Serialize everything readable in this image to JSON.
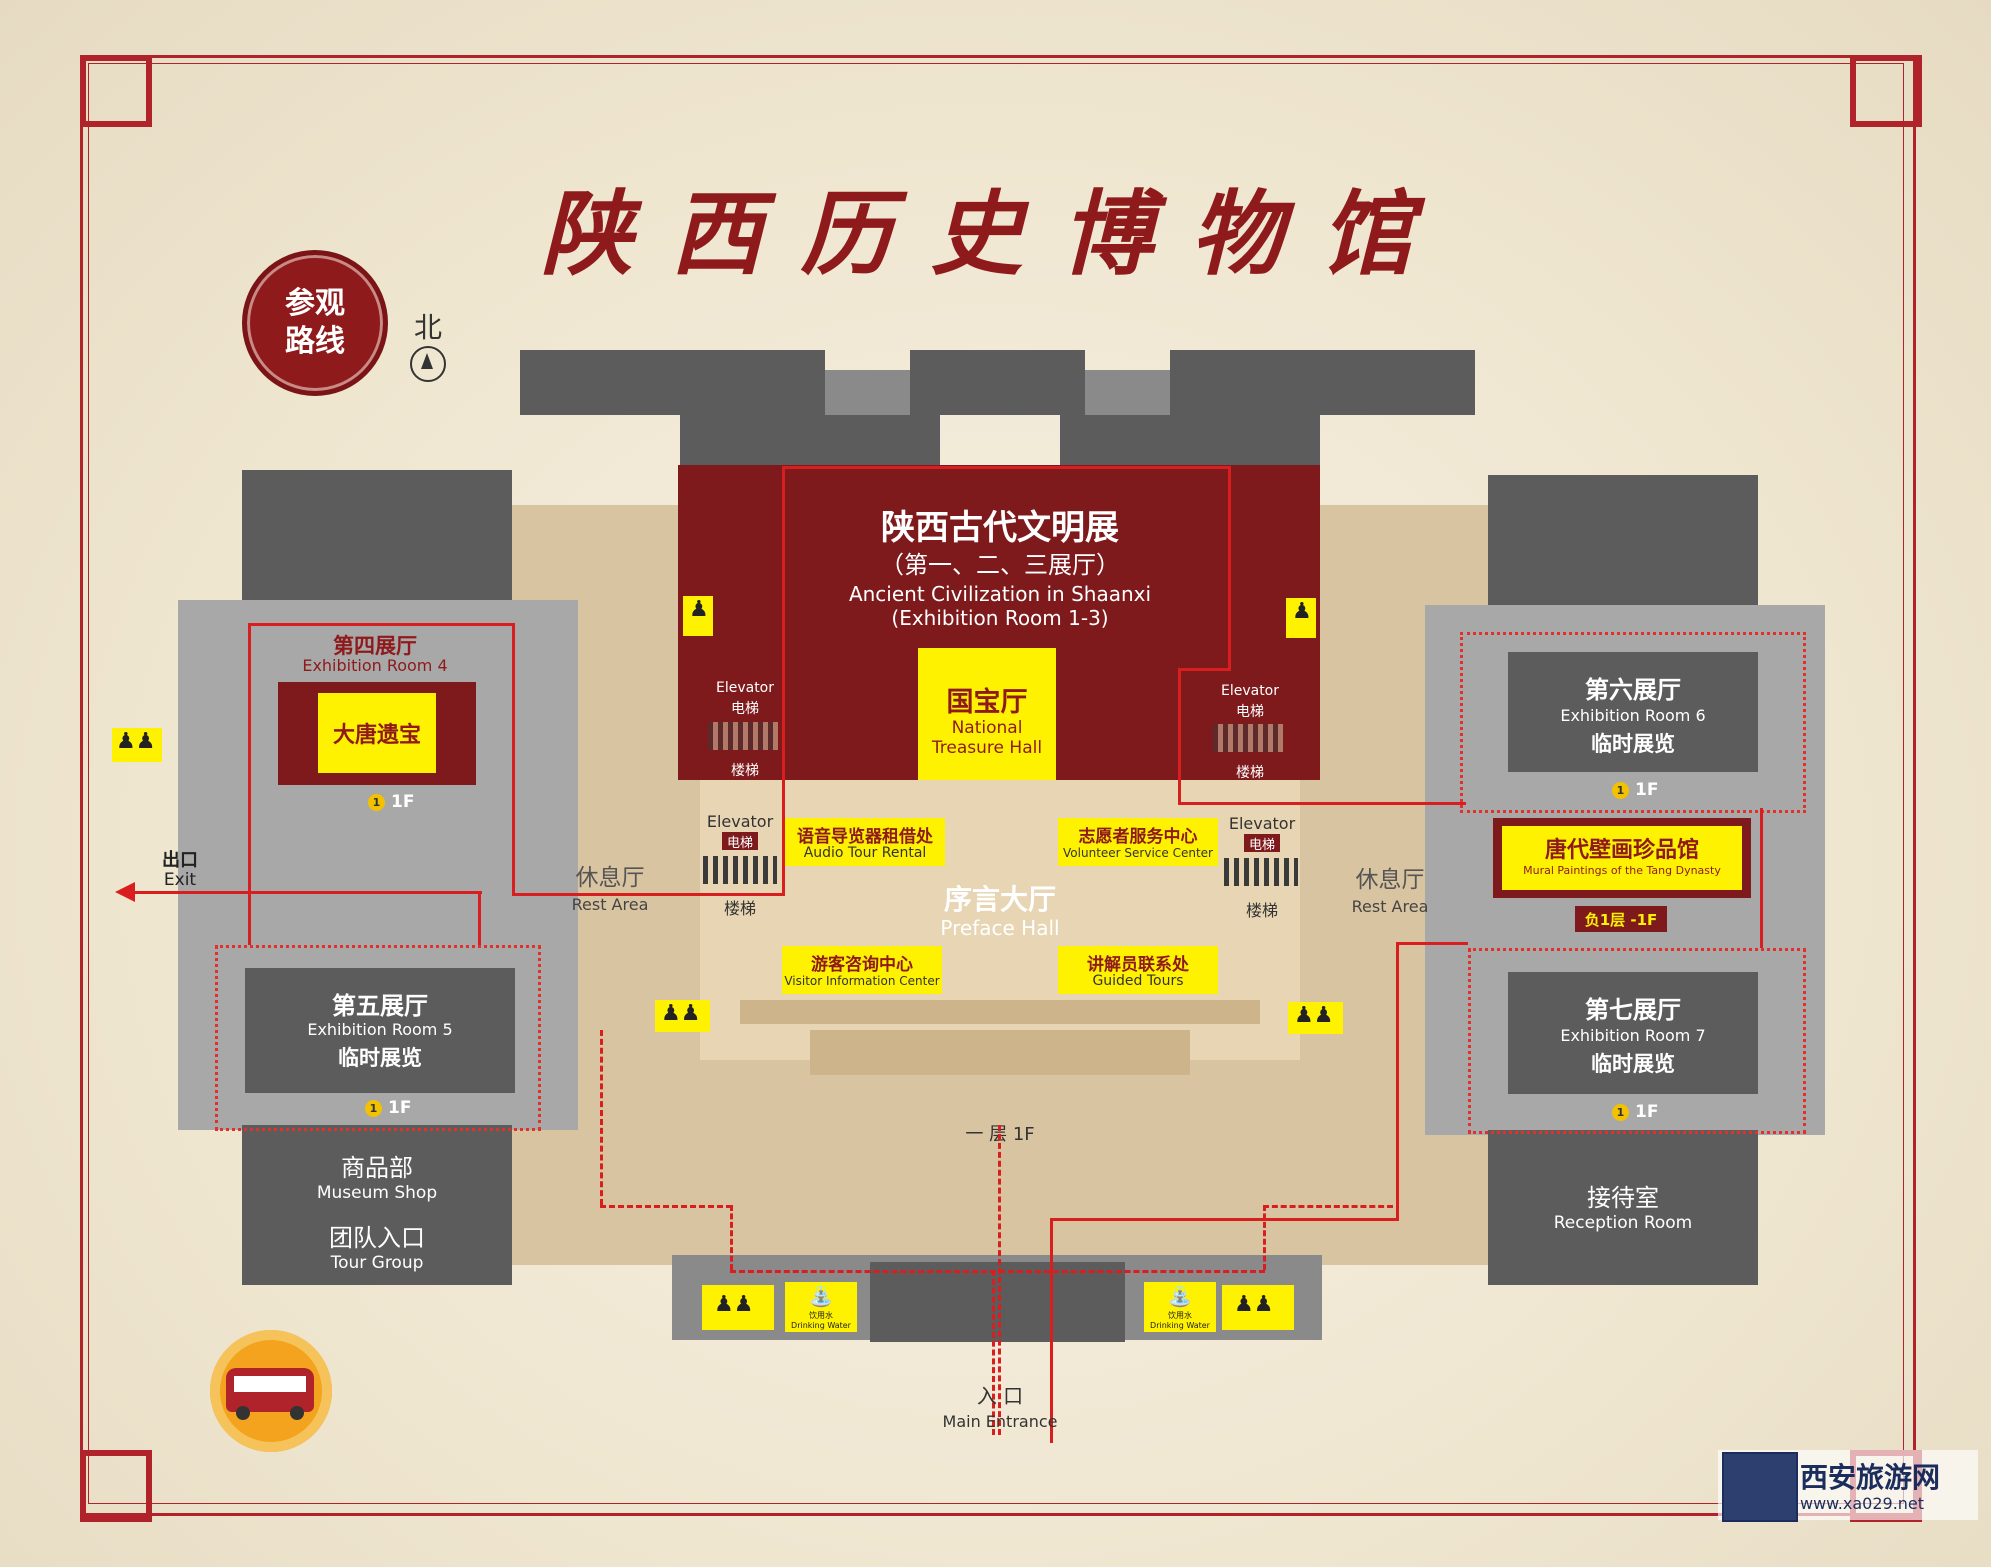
{
  "title": "陕西历史博物馆",
  "route_badge": [
    "参观",
    "路线"
  ],
  "north_label": "北",
  "ancient_civ": {
    "cn": "陕西古代文明展",
    "cn_sub": "（第一、二、三展厅）",
    "en": "Ancient Civilization in Shaanxi",
    "en_sub": "(Exhibition Room 1-3)"
  },
  "national_treasure": {
    "cn": "国宝厅",
    "en1": "National",
    "en2": "Treasure Hall"
  },
  "elevator_en": "Elevator",
  "elevator_cn": "电梯",
  "stairs_cn": "楼梯",
  "room4": {
    "cn": "第四展厅",
    "en": "Exhibition Room 4",
    "inner": "大唐遗宝",
    "floor": "1F"
  },
  "room5": {
    "cn": "第五展厅",
    "en": "Exhibition Room 5",
    "temp": "临时展览",
    "floor": "1F"
  },
  "room6": {
    "cn": "第六展厅",
    "en": "Exhibition Room 6",
    "temp": "临时展览",
    "floor": "1F"
  },
  "room7": {
    "cn": "第七展厅",
    "en": "Exhibition Room 7",
    "temp": "临时展览",
    "floor": "1F"
  },
  "murals": {
    "cn": "唐代壁画珍品馆",
    "en": "Mural Paintings of the Tang Dynasty",
    "floor": "负1层 -1F"
  },
  "exit": {
    "cn": "出口",
    "en": "Exit"
  },
  "rest_area": {
    "cn": "休息厅",
    "en": "Rest Area"
  },
  "preface_hall": {
    "cn": "序言大厅",
    "en": "Preface Hall"
  },
  "audio_tour": {
    "cn": "语音导览器租借处",
    "en": "Audio Tour Rental"
  },
  "volunteer": {
    "cn": "志愿者服务中心",
    "en": "Volunteer Service Center"
  },
  "visitor_info": {
    "cn": "游客咨询中心",
    "en": "Visitor Information Center"
  },
  "guided_tours": {
    "cn": "讲解员联系处",
    "en": "Guided Tours"
  },
  "floor_1f": "一  层 1F",
  "shop": {
    "cn": "商品部",
    "en": "Museum Shop"
  },
  "tour_group": {
    "cn": "团队入口",
    "en": "Tour Group"
  },
  "reception": {
    "cn": "接待室",
    "en": "Reception Room"
  },
  "drinking_water": {
    "cn": "饮用水",
    "en": "Drinking Water"
  },
  "main_entrance": {
    "cn": "入  口",
    "en": "Main Entrance"
  },
  "watermark": {
    "cn": "西安旅游网",
    "url": "www.xa029.net"
  },
  "colors": {
    "maroon": "#7e1a1c",
    "route_red": "#d81e1e",
    "label_yellow": "#fff200",
    "dark_gray": "#5c5c5c"
  },
  "icons": [
    "restroom-icon",
    "north-arrow-icon",
    "bus-icon",
    "drinking-water-icon",
    "elevator-icon",
    "stairs-icon"
  ]
}
